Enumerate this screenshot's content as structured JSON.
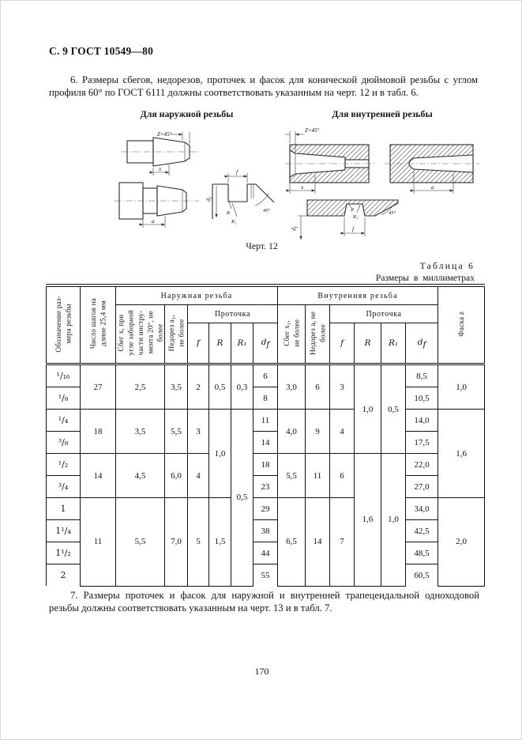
{
  "page": {
    "header": "С. 9 ГОСТ 10549—80",
    "para6": "6. Размеры сбегов, недорезов, проточек и фасок для конической дюймовой резьбы с углом профиля 60° по ГОСТ 6111 должны соответствовать указанным на черт. 12 и в табл. 6.",
    "figure_caption": "Черт. 12",
    "para7": "7. Размеры проточек и фасок для наружной и внутренней трапецеидальной одноходовой резьбы должны соответствовать указанным на черт. 13 и в табл. 7.",
    "page_number": "170"
  },
  "drawings": {
    "ext_title": "Для наружной резьбы",
    "int_title": "Для внутренней резьбы",
    "labels": {
      "chamfer": "Z×45°",
      "x": "x",
      "a": "a",
      "f": "f",
      "R": "R",
      "R1": "R₁",
      "deg45": "45°",
      "d": "d",
      "f_sub": "f"
    }
  },
  "table6": {
    "label": "Таблица 6",
    "units": "Размеры в миллиметрах",
    "headers": {
      "designation": "Обозначение раз-\nмера резьбы",
      "steps": "Число шагов на\nдлине 25,4 мм",
      "external": "Наружная резьба",
      "internal": "Внутренняя резьба",
      "groove": "Проточка",
      "sbeg_ext": "Сбег x, при\nугле заборной\nчасти инстру-\nмента 20°, не\nболее",
      "nedorez_ext": "Недорез a₁,\nне более",
      "sbeg_int": "Сбег x₁,\nне более",
      "nedorez_int": "Недорез a, не\nболее",
      "chamfer": "Фаска z"
    },
    "symbols": {
      "f": "f",
      "R": "R",
      "R1": "R₁",
      "d": "d",
      "df_sub": "f"
    },
    "rows": [
      {
        "des": "¹/₁₆",
        "steps": "27",
        "sbeg": "2,5",
        "nedorez": "3,5",
        "f": "2",
        "R": "0,5",
        "R1": "0,3",
        "df": "6",
        "sbeg_i": "3,0",
        "nedorez_i": "6",
        "f_i": "3",
        "R_i": "1,0",
        "R1_i": "0,5",
        "df_i": "8,5",
        "faska": "1,0"
      },
      {
        "des": "¹/₈",
        "df": "8",
        "df_i": "10,5"
      },
      {
        "des": "¹/₄",
        "steps": "18",
        "sbeg": "3,5",
        "nedorez": "5,5",
        "f": "3",
        "R": "1,0",
        "R1": "0,5",
        "df": "11",
        "sbeg_i": "4,0",
        "nedorez_i": "9",
        "f_i": "4",
        "df_i": "14,0",
        "faska": "1,6"
      },
      {
        "des": "³/₈",
        "df": "14",
        "df_i": "17,5"
      },
      {
        "des": "¹/₂",
        "steps": "14",
        "sbeg": "4,5",
        "nedorez": "6,0",
        "f": "4",
        "df": "18",
        "sbeg_i": "5,5",
        "nedorez_i": "11",
        "f_i": "6",
        "R_i": "1,6",
        "R1_i": "1,0",
        "df_i": "22,0"
      },
      {
        "des": "³/₄",
        "df": "23",
        "df_i": "27,0"
      },
      {
        "des": "1",
        "steps": "11",
        "sbeg": "5,5",
        "nedorez": "7,0",
        "f": "5",
        "R": "1,5",
        "df": "29",
        "sbeg_i": "6,5",
        "nedorez_i": "14",
        "f_i": "7",
        "df_i": "34,0",
        "faska": "2,0"
      },
      {
        "des": "1¹/₄",
        "df": "38",
        "df_i": "42,5"
      },
      {
        "des": "1¹/₂",
        "df": "44",
        "df_i": "48,5"
      },
      {
        "des": "2",
        "df": "55",
        "df_i": "60,5"
      }
    ]
  }
}
